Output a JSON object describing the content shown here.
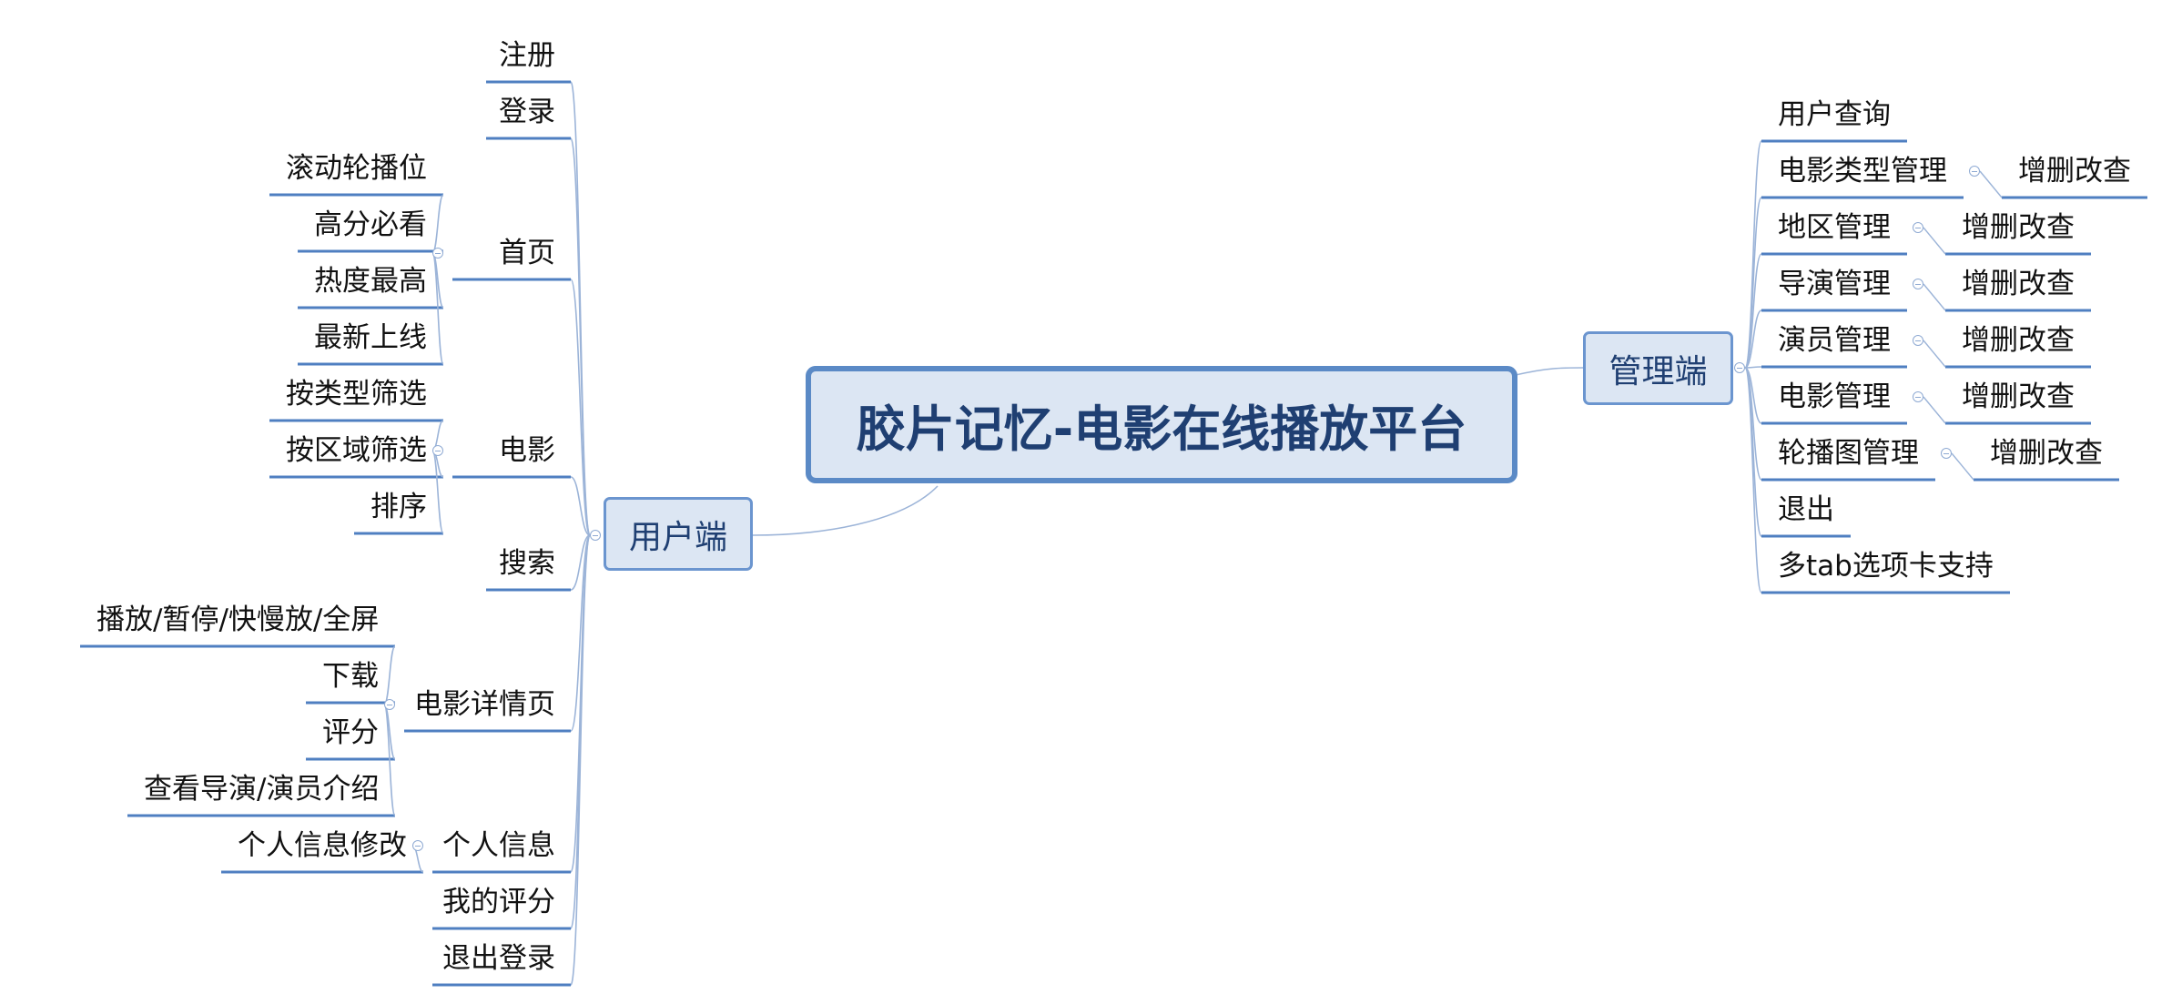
{
  "root": {
    "title": "胶片记忆-电影在线播放平台"
  },
  "client": {
    "label": "用户端",
    "items": [
      {
        "label": "注册",
        "children": []
      },
      {
        "label": "登录",
        "children": []
      },
      {
        "label": "首页",
        "children": [
          "滚动轮播位",
          "高分必看",
          "热度最高",
          "最新上线"
        ]
      },
      {
        "label": "电影",
        "children": [
          "按类型筛选",
          "按区域筛选",
          "排序"
        ]
      },
      {
        "label": "搜索",
        "children": []
      },
      {
        "label": "电影详情页",
        "children": [
          "播放/暂停/快慢放/全屏",
          "下载",
          "评分",
          "查看导演/演员介绍"
        ]
      },
      {
        "label": "个人信息",
        "children": [
          "个人信息修改"
        ]
      },
      {
        "label": "我的评分",
        "children": []
      },
      {
        "label": "退出登录",
        "children": []
      }
    ]
  },
  "admin": {
    "label": "管理端",
    "items": [
      {
        "label": "用户查询",
        "children": []
      },
      {
        "label": "电影类型管理",
        "children": [
          "增删改查"
        ]
      },
      {
        "label": "地区管理",
        "children": [
          "增删改查"
        ]
      },
      {
        "label": "导演管理",
        "children": [
          "增删改查"
        ]
      },
      {
        "label": "演员管理",
        "children": [
          "增删改查"
        ]
      },
      {
        "label": "电影管理",
        "children": [
          "增删改查"
        ]
      },
      {
        "label": "轮播图管理",
        "children": [
          "增删改查"
        ]
      },
      {
        "label": "退出",
        "children": []
      },
      {
        "label": "多tab选项卡支持",
        "children": []
      }
    ]
  },
  "colors": {
    "topic_fill": "#dce6f3",
    "topic_border": "#5b8ac6",
    "topic_text": "#1f3f72",
    "underline": "#4f7fc1",
    "connector": "#9cb4d8"
  }
}
